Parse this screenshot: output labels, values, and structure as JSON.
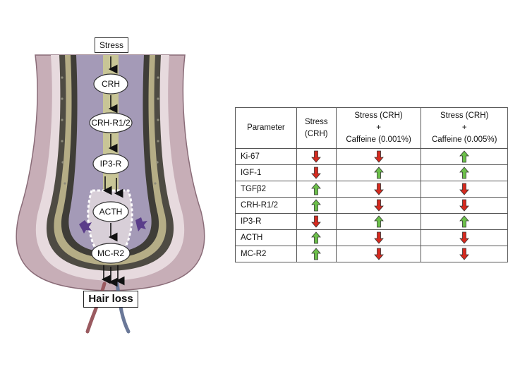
{
  "diagram": {
    "stress_label": "Stress",
    "hairloss_label": "Hair loss",
    "nodes": [
      "CRH",
      "CRH-R1/2",
      "IP3-R",
      "ACTH",
      "MC-R2"
    ]
  },
  "table": {
    "headers": [
      {
        "line1": "Parameter"
      },
      {
        "line1": "Stress",
        "line2": "(CRH)"
      },
      {
        "line1": "Stress (CRH)",
        "line2": "+",
        "line3": "Caffeine (0.001%)"
      },
      {
        "line1": "Stress (CRH)",
        "line2": "+",
        "line3": "Caffeine (0.005%)"
      }
    ],
    "rows": [
      {
        "name": "Ki-67",
        "values": [
          "down",
          "down",
          "up"
        ]
      },
      {
        "name": "IGF-1",
        "values": [
          "down",
          "up",
          "up"
        ]
      },
      {
        "name": "TGFβ2",
        "values": [
          "up",
          "down",
          "down"
        ]
      },
      {
        "name": "CRH-R1/2",
        "values": [
          "up",
          "down",
          "down"
        ]
      },
      {
        "name": "IP3-R",
        "values": [
          "down",
          "up",
          "up"
        ]
      },
      {
        "name": "ACTH",
        "values": [
          "up",
          "down",
          "down"
        ]
      },
      {
        "name": "MC-R2",
        "values": [
          "up",
          "down",
          "down"
        ]
      }
    ]
  },
  "colors": {
    "up_arrow": "#6cc04a",
    "down_arrow": "#d62a1f",
    "arrow_stroke": "#333333"
  },
  "icons": {
    "up": "up-arrow-icon",
    "down": "down-arrow-icon"
  }
}
